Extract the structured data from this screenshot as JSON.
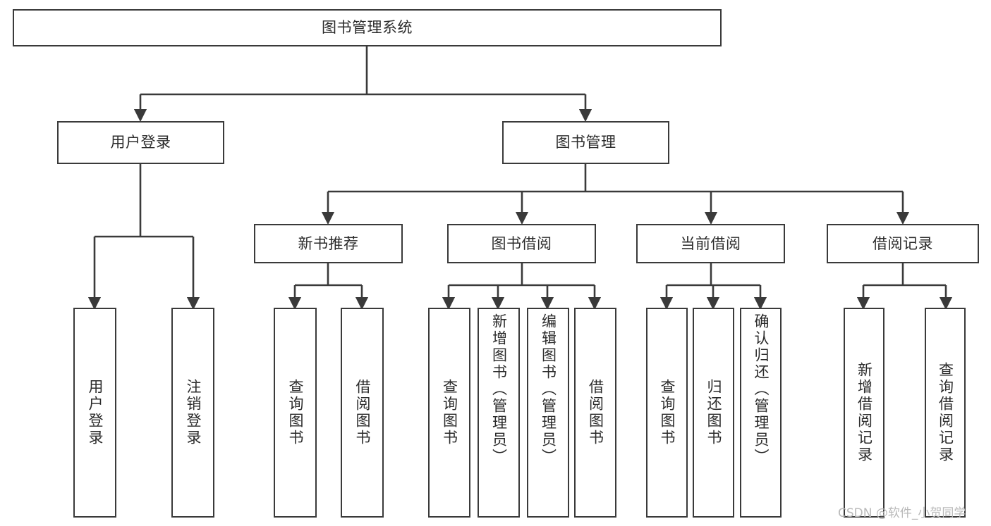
{
  "diagram": {
    "type": "tree-hierarchy-chart",
    "title": "图书管理系统",
    "stroke_color": "#3a3a3a",
    "text_color": "#2b2b2b",
    "background_color": "#ffffff",
    "levels": 4
  },
  "root": {
    "label": "图书管理系统"
  },
  "level2": [
    {
      "label": "用户登录"
    },
    {
      "label": "图书管理"
    }
  ],
  "level3": [
    {
      "label": "新书推荐"
    },
    {
      "label": "图书借阅"
    },
    {
      "label": "当前借阅"
    },
    {
      "label": "借阅记录"
    }
  ],
  "leaves": {
    "user_login": [
      {
        "label": "用户登录"
      },
      {
        "label": "注销登录"
      }
    ],
    "new_book_recommend": [
      {
        "label": "查询图书"
      },
      {
        "label": "借阅图书"
      }
    ],
    "book_borrow": [
      {
        "label": "查询图书"
      },
      {
        "label": "新增图书（管理员）"
      },
      {
        "label": "编辑图书（管理员）"
      },
      {
        "label": "借阅图书"
      }
    ],
    "current_borrow": [
      {
        "label": "查询图书"
      },
      {
        "label": "归还图书"
      },
      {
        "label": "确认归还（管理员）"
      }
    ],
    "borrow_record": [
      {
        "label": "新增借阅记录"
      },
      {
        "label": "查询借阅记录"
      }
    ]
  },
  "watermark": {
    "text": "CSDN @软件_小贺同学"
  }
}
